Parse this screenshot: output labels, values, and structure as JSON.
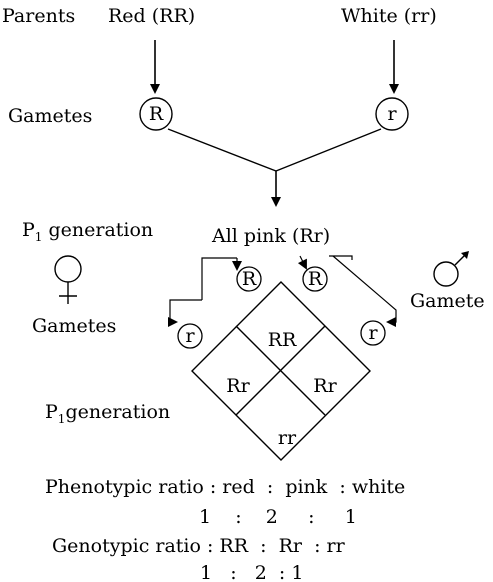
{
  "parents": {
    "label": "Parents",
    "red": "Red (RR)",
    "white": "White (rr)"
  },
  "gametes_top": {
    "label": "Gametes",
    "left": "R",
    "right": "r"
  },
  "f1": {
    "generation_label": "P",
    "generation_sub": "1",
    "generation_word": " generation",
    "result": "All pink (Rr)"
  },
  "cross": {
    "female_gametes_label": "Gametes",
    "male_gamete_label": "Gamete",
    "gamete_left_upper": "R",
    "gamete_left_lower": "r",
    "gamete_right_upper": "R",
    "gamete_right_lower": "r",
    "cell_top": "RR",
    "cell_left": "Rr",
    "cell_right": "Rr",
    "cell_bottom": "rr"
  },
  "f2": {
    "generation_label": "P",
    "generation_sub": "1",
    "generation_word": "generation"
  },
  "ratios": {
    "phenotypic_line": "Phenotypic ratio : red  :  pink  : white",
    "phenotypic_values": "1    :    2     :     1",
    "genotypic_line": "Genotypic ratio : RR  :  Rr  : rr",
    "genotypic_values": "1   :   2  : 1"
  },
  "colors": {
    "ink": "#000000",
    "background": "#ffffff"
  }
}
